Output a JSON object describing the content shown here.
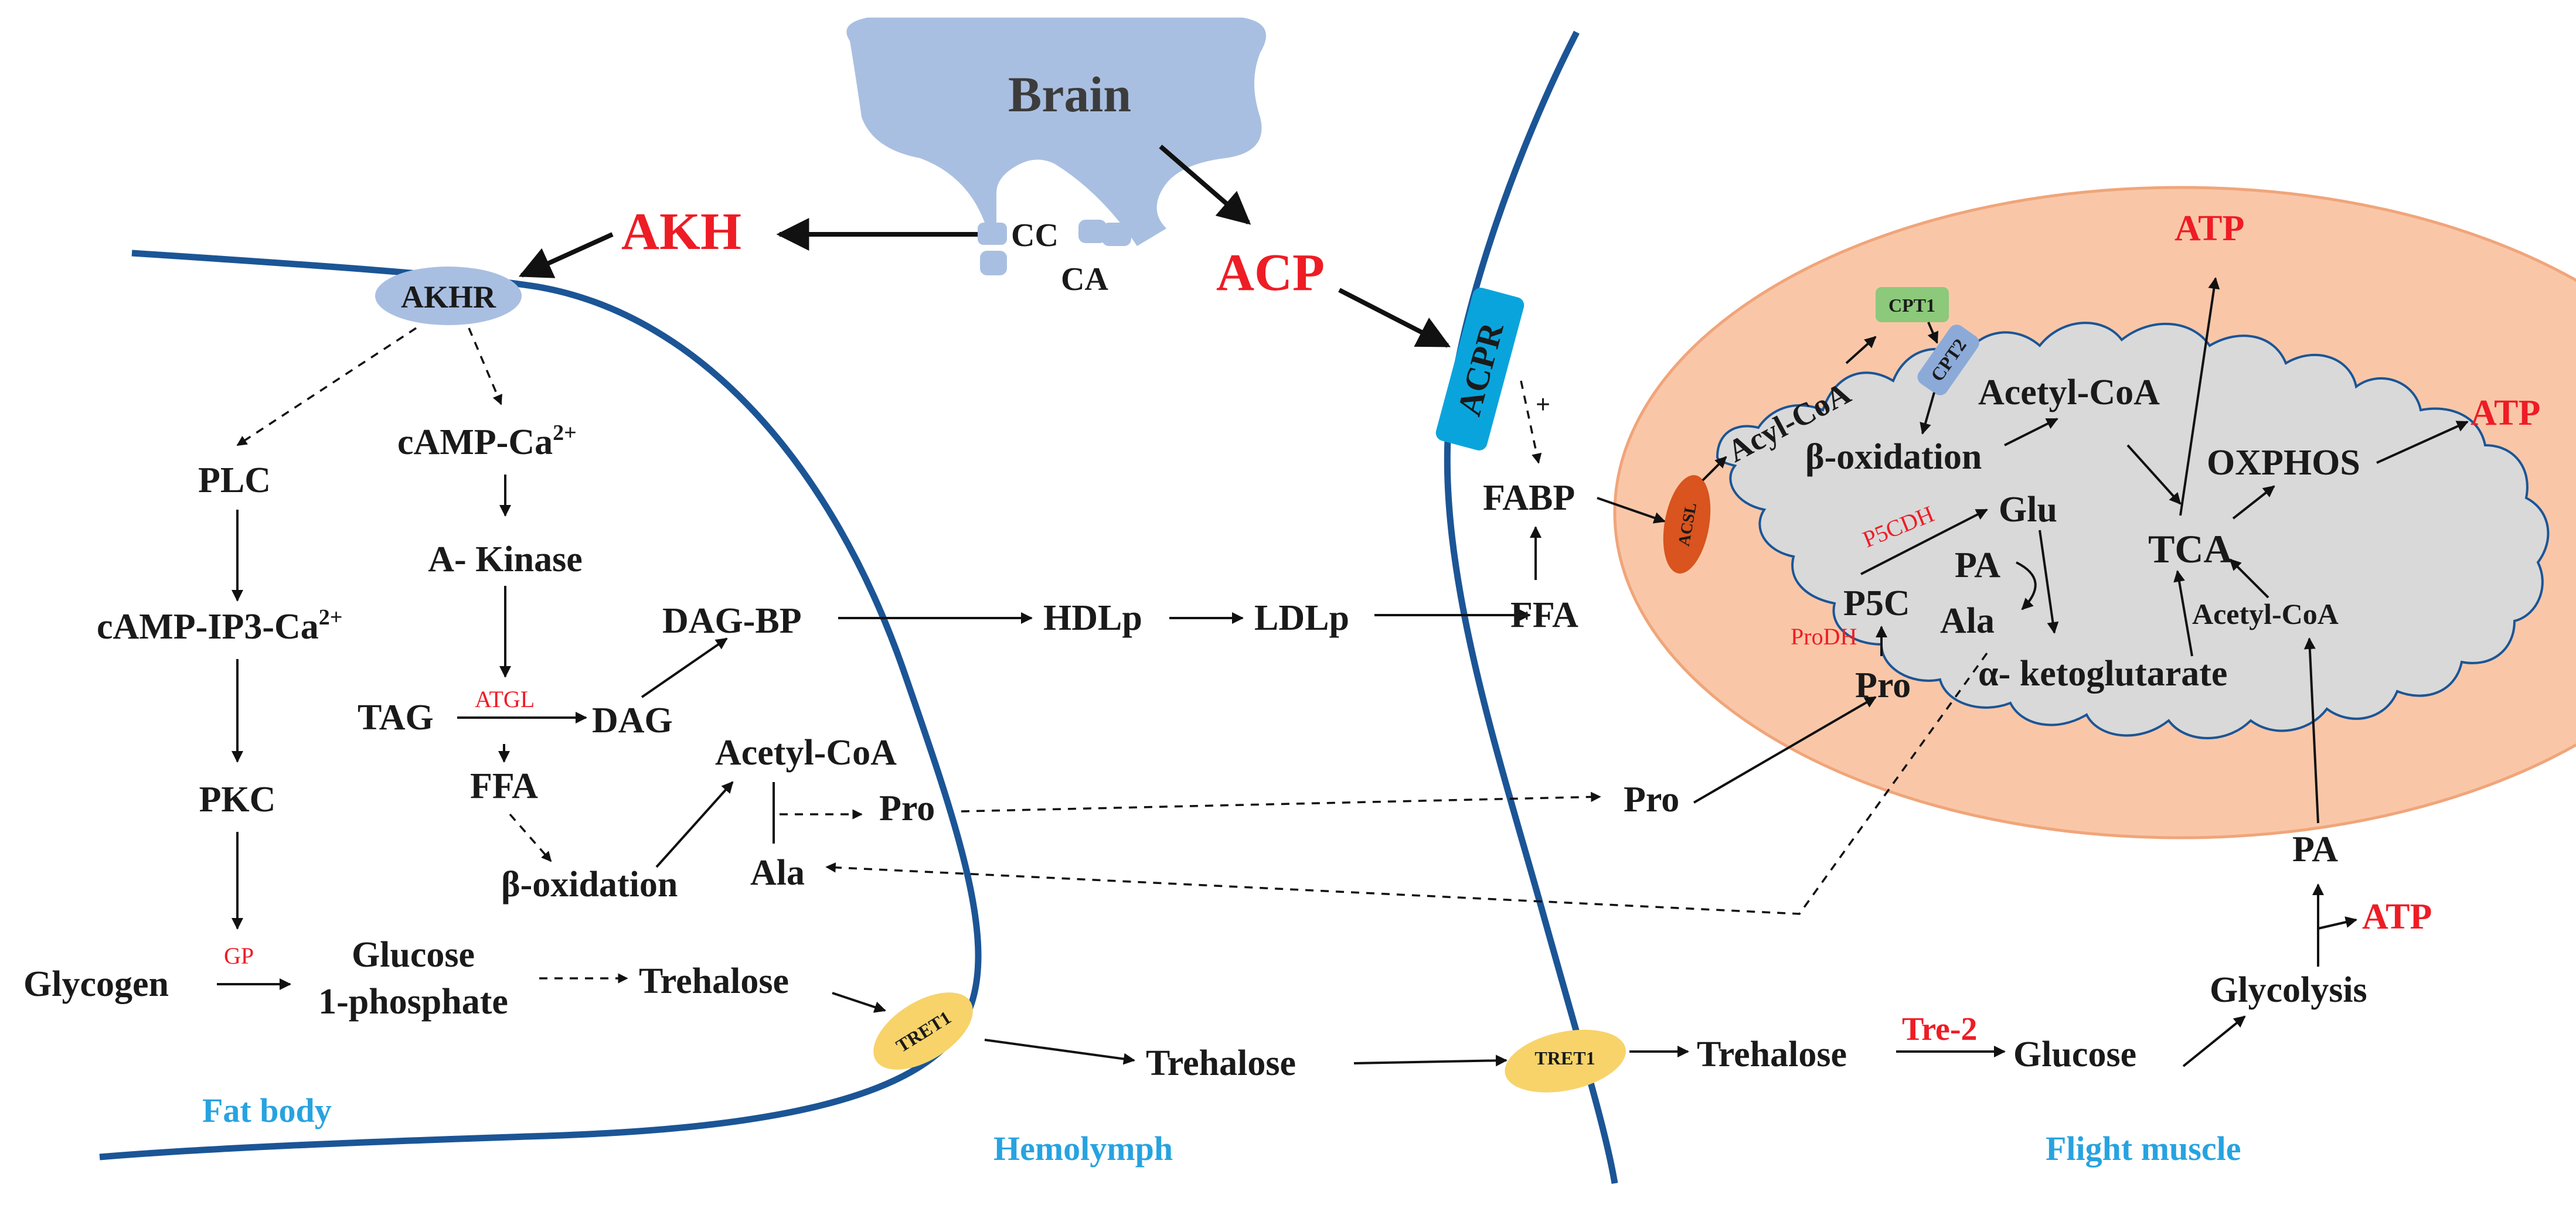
{
  "colors": {
    "membrane": "#1b5596",
    "brain": "#a9bfe1",
    "label_red": "#ee1c25",
    "region_blue": "#27a3e0",
    "mito_outer": "#f9c7a8",
    "mito_inner": "#d9d9d9",
    "trehalose_transporter": "#f7d36a",
    "acpr": "#0aa4dc",
    "acsl": "#d9541e",
    "cpt1": "#8cc97a",
    "cpt2": "#8caad8"
  },
  "brain": {
    "label": "Brain",
    "cc": "CC",
    "ca": "CA"
  },
  "hormones": {
    "akh": "AKH",
    "acp": "ACP"
  },
  "receptors": {
    "akhr": "AKHR",
    "acpr": "ACPR"
  },
  "fat_body": {
    "plc": "PLC",
    "camp_ip3": "cAMP-IP3-Ca",
    "camp_ip3_sup": "2+",
    "pkc": "PKC",
    "camp_ca": "cAMP-Ca",
    "camp_ca_sup": "2+",
    "a_kinase": "A- Kinase",
    "tag": "TAG",
    "atgl": "ATGL",
    "dag": "DAG",
    "ffa": "FFA",
    "dag_bp": "DAG-BP",
    "beta_oxidation": "β-oxidation",
    "acetyl_coa": "Acetyl-CoA",
    "pro": "Pro",
    "ala": "Ala",
    "glycogen": "Glycogen",
    "gp": "GP",
    "glucose_1p_line1": "Glucose",
    "glucose_1p_line2": "1-phosphate",
    "trehalose": "Trehalose",
    "tret1": "TRET1"
  },
  "hemolymph": {
    "hdlp": "HDLp",
    "ldlp": "LDLp",
    "trehalose": "Trehalose"
  },
  "flight_muscle": {
    "plus": "+",
    "fabp": "FABP",
    "ffa": "FFA",
    "pro": "Pro",
    "tret1": "TRET1",
    "trehalose": "Trehalose",
    "tre2": "Tre-2",
    "glucose": "Glucose",
    "glycolysis": "Glycolysis",
    "pa": "PA",
    "atp": "ATP"
  },
  "mitochondrion": {
    "acsl": "ACSL",
    "acyl_coa": "Acyl-CoA",
    "cpt1": "CPT1",
    "cpt2": "CPT2",
    "beta_oxidation": "β-oxidation",
    "acetyl_coa_top": "Acetyl-CoA",
    "p5cdh": "P5CDH",
    "glu": "Glu",
    "p5c": "P5C",
    "prodh": "ProDH",
    "pro": "Pro",
    "pa": "PA",
    "ala": "Ala",
    "alpha_kg": "α- ketoglutarate",
    "tca": "TCA",
    "oxphos": "OXPHOS",
    "acetyl_coa_right": "Acetyl-CoA"
  },
  "atp": {
    "label": "ATP"
  },
  "regions": {
    "fat_body": "Fat body",
    "hemolymph": "Hemolymph",
    "flight_muscle": "Flight muscle"
  }
}
